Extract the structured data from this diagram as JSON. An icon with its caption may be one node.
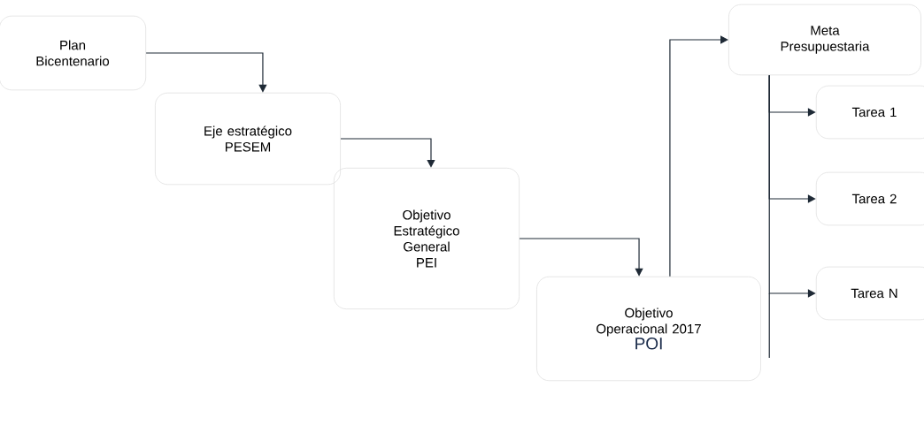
{
  "diagram": {
    "nodes": [
      {
        "text": [
          "Plan Bicentenario"
        ]
      },
      {
        "text": [
          "Eje estratégico PESEM"
        ]
      },
      {
        "text": [
          "Objetivo Estratégico General PEI"
        ]
      },
      {
        "text": [
          "Objetivo Operacional 2017",
          "POI"
        ]
      },
      {
        "text": [
          "Meta Presupuestaria"
        ]
      },
      {
        "text": [
          "Tarea 1"
        ]
      },
      {
        "text": [
          "Tarea 2"
        ]
      },
      {
        "text": [
          "Tarea N"
        ]
      }
    ],
    "edges": [
      {
        "from": 0,
        "to": 1,
        "arrow": "to"
      },
      {
        "from": 1,
        "to": 2,
        "arrow": "to"
      },
      {
        "from": 2,
        "to": 3,
        "arrow": "to"
      },
      {
        "from": 3,
        "to": 4,
        "arrow": "to"
      },
      {
        "from": 4,
        "to": 5,
        "arrow": "to"
      },
      {
        "from": 4,
        "to": 6,
        "arrow": "to"
      },
      {
        "from": 4,
        "to": 7,
        "arrow": "to"
      }
    ]
  }
}
